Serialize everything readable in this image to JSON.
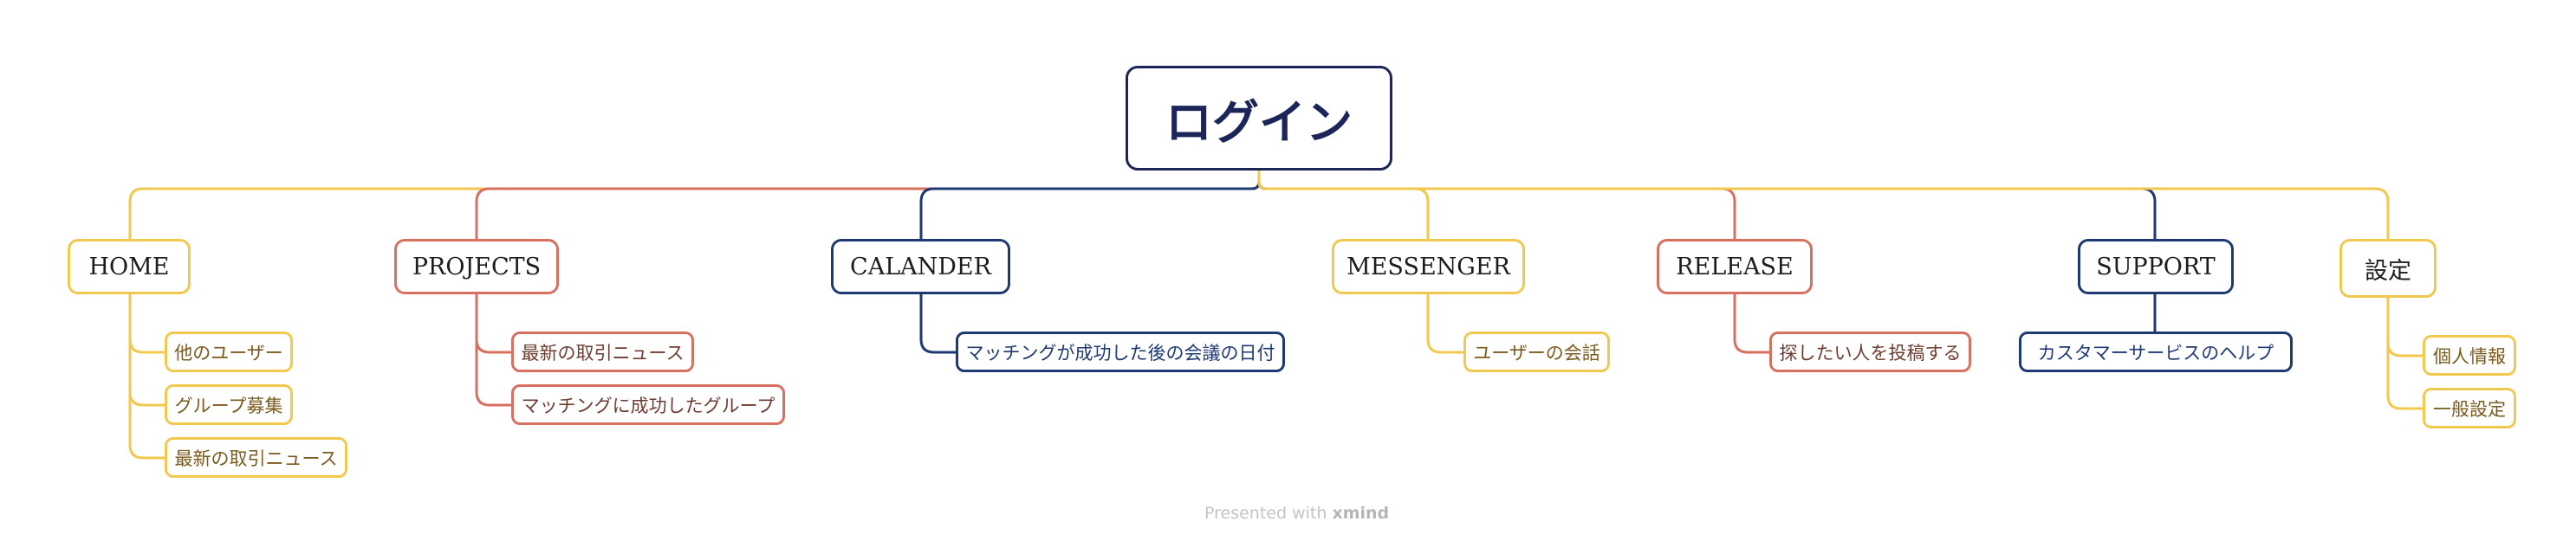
{
  "root": {
    "label": "ログイン"
  },
  "colors": {
    "yellow": "#f2c94f",
    "red": "#d87060",
    "blue": "#1f3a73",
    "root": "#1b2558"
  },
  "branches": [
    {
      "label": "HOME",
      "color": "yellow",
      "children": [
        "他のユーザー",
        "グループ募集",
        "最新の取引ニュース"
      ]
    },
    {
      "label": "PROJECTS",
      "color": "red",
      "children": [
        "最新の取引ニュース",
        "マッチングに成功したグループ"
      ]
    },
    {
      "label": "CALANDER",
      "color": "blue",
      "children": [
        "マッチングが成功した後の会議の日付"
      ]
    },
    {
      "label": "MESSENGER",
      "color": "yellow",
      "children": [
        "ユーザーの会話"
      ]
    },
    {
      "label": "RELEASE",
      "color": "red",
      "children": [
        "探したい人を投稿する"
      ]
    },
    {
      "label": "SUPPORT",
      "color": "blue",
      "children": [
        "カスタマーサービスのヘルプ"
      ]
    },
    {
      "label": "設定",
      "color": "yellow",
      "children": [
        "個人情報",
        "一般設定"
      ]
    }
  ],
  "footer": {
    "prefix": "Presented with",
    "brand": "xmind"
  }
}
